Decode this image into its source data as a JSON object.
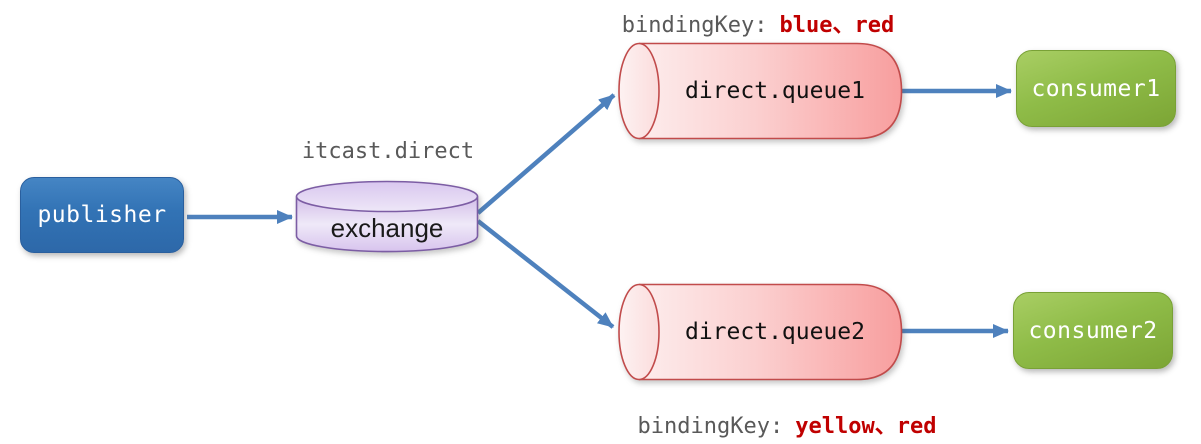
{
  "publisher": {
    "label": "publisher"
  },
  "exchange": {
    "title": "itcast.direct",
    "label": "exchange"
  },
  "queue1": {
    "label": "direct.queue1",
    "binding_label": "bindingKey:",
    "binding_keys": "blue、red"
  },
  "queue2": {
    "label": "direct.queue2",
    "binding_label": "bindingKey:",
    "binding_keys": "yellow、red"
  },
  "consumer1": {
    "label": "consumer1"
  },
  "consumer2": {
    "label": "consumer2"
  },
  "colors": {
    "arrow_blue": "#4E81BD",
    "publisher_fill": "#3273B5",
    "publisher_border": "#2A5F9E",
    "consumer_fill": "#8FBC48",
    "consumer_border": "#79A136",
    "queue_border": "#C14B4B",
    "queue_fill_light": "#FDEDED",
    "queue_fill_dark": "#F89E9E",
    "exchange_border": "#7C5DA4",
    "exchange_fill_light": "#EFE9F8",
    "exchange_fill_dark": "#D7C3ED",
    "binding_key_red": "#C00000",
    "label_gray": "#595959"
  }
}
